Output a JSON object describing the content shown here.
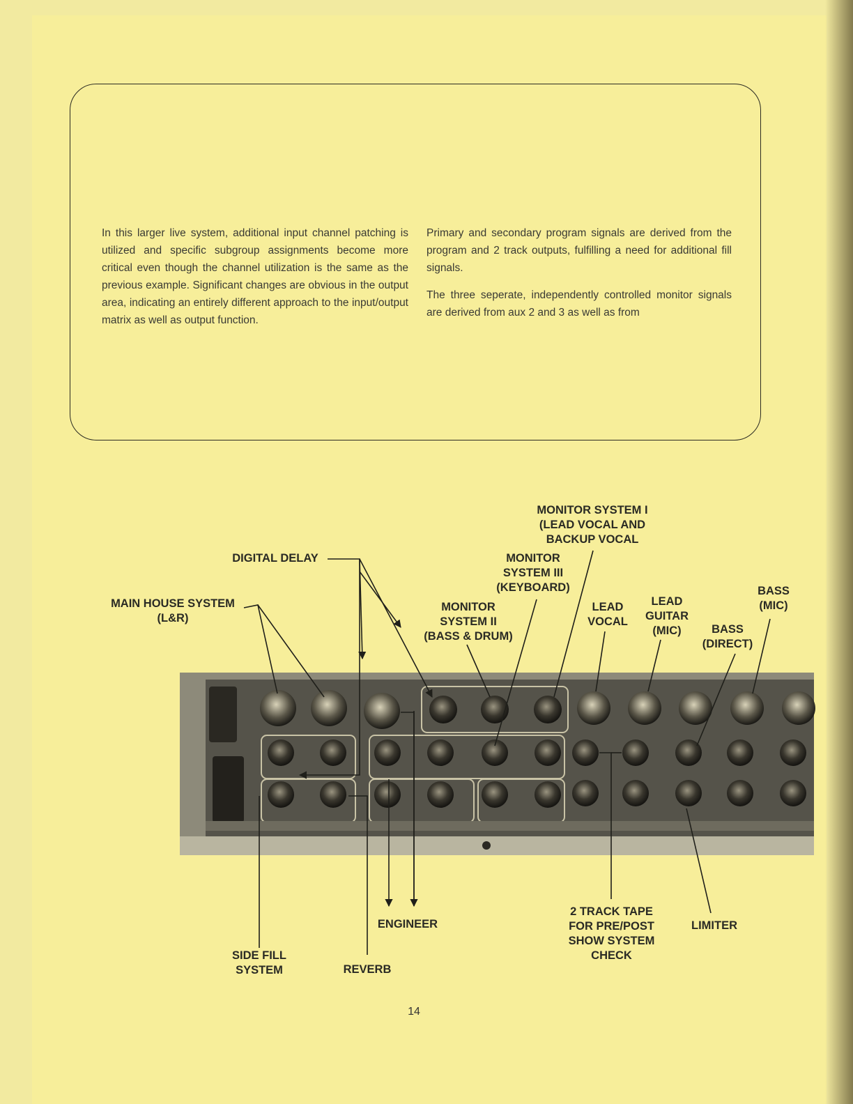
{
  "body_text": {
    "left": "In this larger live system, additional input channel patching is utilized and specific subgroup assignments become more critical even though the channel utilization is the same as the previous example. Significant changes are obvious in the output area, indicating an entirely different approach to the input/output matrix as well as output function.",
    "right_p1": "Primary and secondary program signals are derived from the program and 2 track outputs, fulfilling a need for additional fill signals.",
    "right_p2": "The three seperate, independently controlled monitor signals are derived from aux 2 and 3 as well as from"
  },
  "labels": {
    "monitor_system_1": "MONITOR SYSTEM I\n(LEAD VOCAL AND\nBACKUP VOCAL",
    "digital_delay": "DIGITAL DELAY",
    "monitor_system_3": "MONITOR\nSYSTEM III\n(KEYBOARD)",
    "main_house_system": "MAIN HOUSE SYSTEM\n(L&R)",
    "monitor_system_2": "MONITOR\nSYSTEM II\n(BASS & DRUM)",
    "lead_vocal": "LEAD\nVOCAL",
    "lead_guitar": "LEAD\nGUITAR\n(MIC)",
    "bass_direct": "BASS\n(DIRECT)",
    "bass_mic": "BASS\n(MIC)",
    "engineer": "ENGINEER",
    "two_track_tape": "2 TRACK TAPE\nFOR PRE/POST\nSHOW SYSTEM\nCHECK",
    "limiter": "LIMITER",
    "side_fill_system": "SIDE FILL\nSYSTEM",
    "reverb": "REVERB"
  },
  "page_number": "14"
}
